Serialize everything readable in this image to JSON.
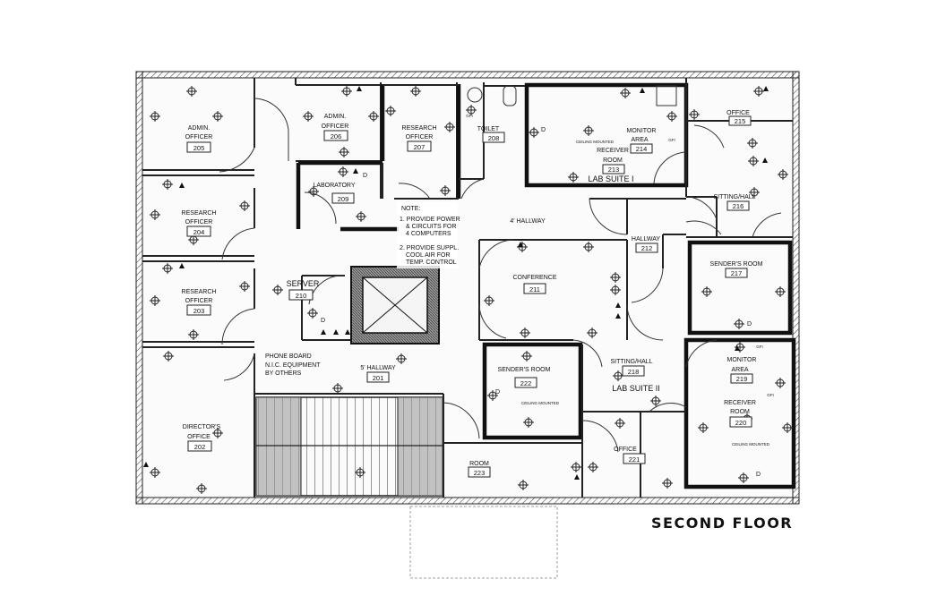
{
  "title": "SECOND FLOOR",
  "rooms": [
    {
      "id": "r205",
      "name": "ADMIN.",
      "name2": "OFFICER",
      "number": "205"
    },
    {
      "id": "r206",
      "name": "ADMIN.",
      "name2": "OFFICER",
      "number": "206"
    },
    {
      "id": "r207",
      "name": "RESEARCH",
      "name2": "OFFICER",
      "number": "207"
    },
    {
      "id": "r208",
      "name": "TOILET",
      "name2": "",
      "number": "208"
    },
    {
      "id": "r213",
      "name": "RECEIVER",
      "name2": "ROOM",
      "number": "213"
    },
    {
      "id": "r214",
      "name": "MONITOR",
      "name2": "AREA",
      "number": "214"
    },
    {
      "id": "r215",
      "name": "OFFICE",
      "name2": "",
      "number": "215"
    },
    {
      "id": "r204",
      "name": "RESEARCH",
      "name2": "OFFICER",
      "number": "204"
    },
    {
      "id": "r209",
      "name": "LABORATORY",
      "name2": "",
      "number": "209"
    },
    {
      "id": "r216",
      "name": "SITTING/HALL",
      "name2": "",
      "number": "216"
    },
    {
      "id": "r212",
      "name": "HALLWAY",
      "name2": "",
      "number": "212"
    },
    {
      "id": "r203",
      "name": "RESEARCH",
      "name2": "OFFICER",
      "number": "203"
    },
    {
      "id": "r210",
      "name": "SERVER",
      "name2": "",
      "number": "210"
    },
    {
      "id": "r211",
      "name": "CONFERENCE",
      "name2": "",
      "number": "211"
    },
    {
      "id": "r217",
      "name": "SENDER'S ROOM",
      "name2": "",
      "number": "217"
    },
    {
      "id": "r201",
      "name": "5' HALLWAY",
      "name2": "",
      "number": "201"
    },
    {
      "id": "r222",
      "name": "SENDER'S ROOM",
      "name2": "",
      "number": "222"
    },
    {
      "id": "r218",
      "name": "SITTING/HALL",
      "name2": "",
      "number": "218"
    },
    {
      "id": "r219",
      "name": "MONITOR",
      "name2": "AREA",
      "number": "219"
    },
    {
      "id": "r220",
      "name": "RECEIVER",
      "name2": "ROOM",
      "number": "220"
    },
    {
      "id": "r202",
      "name": "DIRECTOR'S",
      "name2": "OFFICE",
      "number": "202"
    },
    {
      "id": "r223",
      "name": "ROOM",
      "name2": "",
      "number": "223"
    },
    {
      "id": "r221",
      "name": "OFFICE",
      "name2": "",
      "number": "221"
    }
  ],
  "labels": {
    "lab_suite_1": "LAB SUITE I",
    "lab_suite_2": "LAB SUITE II",
    "hallway_4": "4' HALLWAY",
    "note_title": "NOTE:",
    "note_1a": "1. PROVIDE POWER",
    "note_1b": "& CIRCUITS FOR",
    "note_1c": "4 COMPUTERS",
    "note_2a": "2. PROVIDE SUPPL.",
    "note_2b": "COOL AIR FOR",
    "note_2c": "TEMP. CONTROL",
    "phone_1": "PHONE BOARD",
    "phone_2": "N.I.C. EQUIPMENT",
    "phone_3": "BY OTHERS",
    "gfi": "GFI",
    "ceiling_mounted": "CEILING MOUNTED",
    "d_mark": "D"
  }
}
